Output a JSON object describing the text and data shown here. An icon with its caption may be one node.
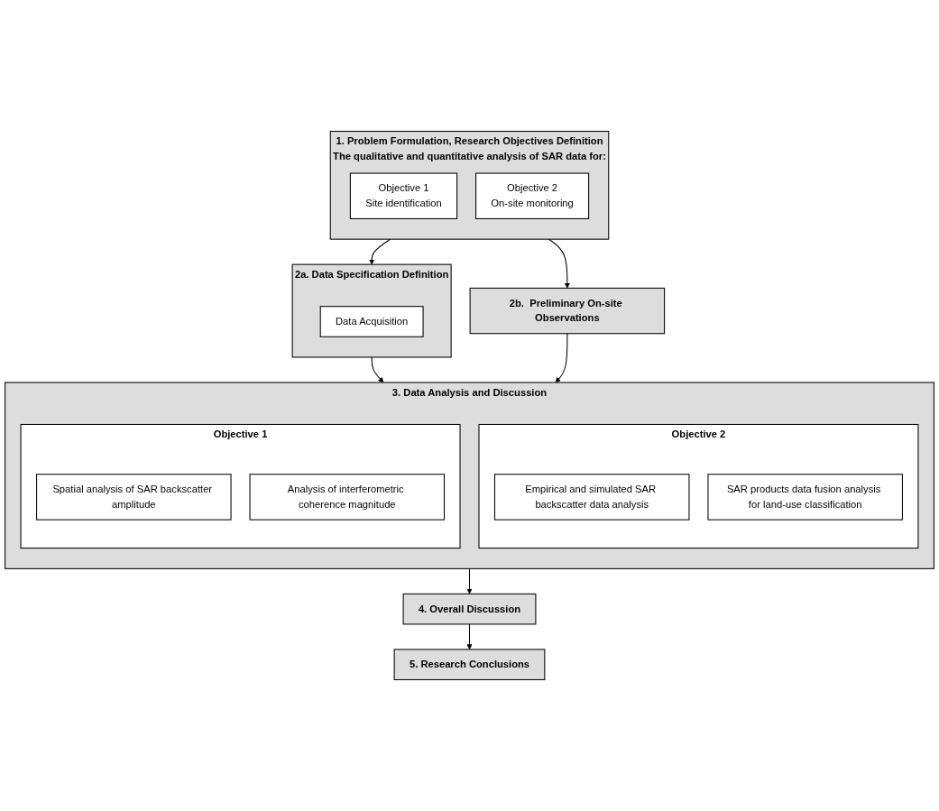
{
  "diagram": {
    "nodes": [
      {
        "text": [
          "1. Problem Formulation, Research Objectives Definition",
          "The qualitative and quantitative analysis of SAR data for:"
        ]
      },
      {
        "text": [
          "Objective 1",
          "Site identification"
        ],
        "in": 0
      },
      {
        "text": [
          "Objective 2",
          "On-site monitoring"
        ],
        "in": 0
      },
      {
        "text": [
          "2a. Data Specification Definition"
        ]
      },
      {
        "text": [
          "Data Acquisition"
        ],
        "in": 3
      },
      {
        "text": [
          "2b.  Preliminary On-site Observations"
        ]
      },
      {
        "text": [
          "3. Data Analysis and Discussion"
        ]
      },
      {
        "text": [
          "Objective 1"
        ],
        "in": 6
      },
      {
        "text": [
          "Spatial analysis of SAR backscatter amplitude"
        ],
        "in": 7
      },
      {
        "text": [
          "Analysis of interferometric coherence magnitude"
        ],
        "in": 7
      },
      {
        "text": [
          "Objective 2"
        ],
        "in": 6
      },
      {
        "text": [
          "Empirical and simulated SAR backscatter data analysis"
        ],
        "in": 10
      },
      {
        "text": [
          "SAR products data fusion analysis for land-use classification"
        ],
        "in": 10
      },
      {
        "text": [
          "4. Overall Discussion"
        ]
      },
      {
        "text": [
          "5. Research Conclusions"
        ]
      }
    ],
    "edges": [
      {
        "from": 0,
        "to": 3,
        "arrow": "to"
      },
      {
        "from": 0,
        "to": 5,
        "arrow": "to"
      },
      {
        "from": 3,
        "to": 6,
        "arrow": "to"
      },
      {
        "from": 5,
        "to": 6,
        "arrow": "to"
      },
      {
        "from": 6,
        "to": 13,
        "arrow": "to"
      },
      {
        "from": 13,
        "to": 14,
        "arrow": "to"
      }
    ]
  }
}
